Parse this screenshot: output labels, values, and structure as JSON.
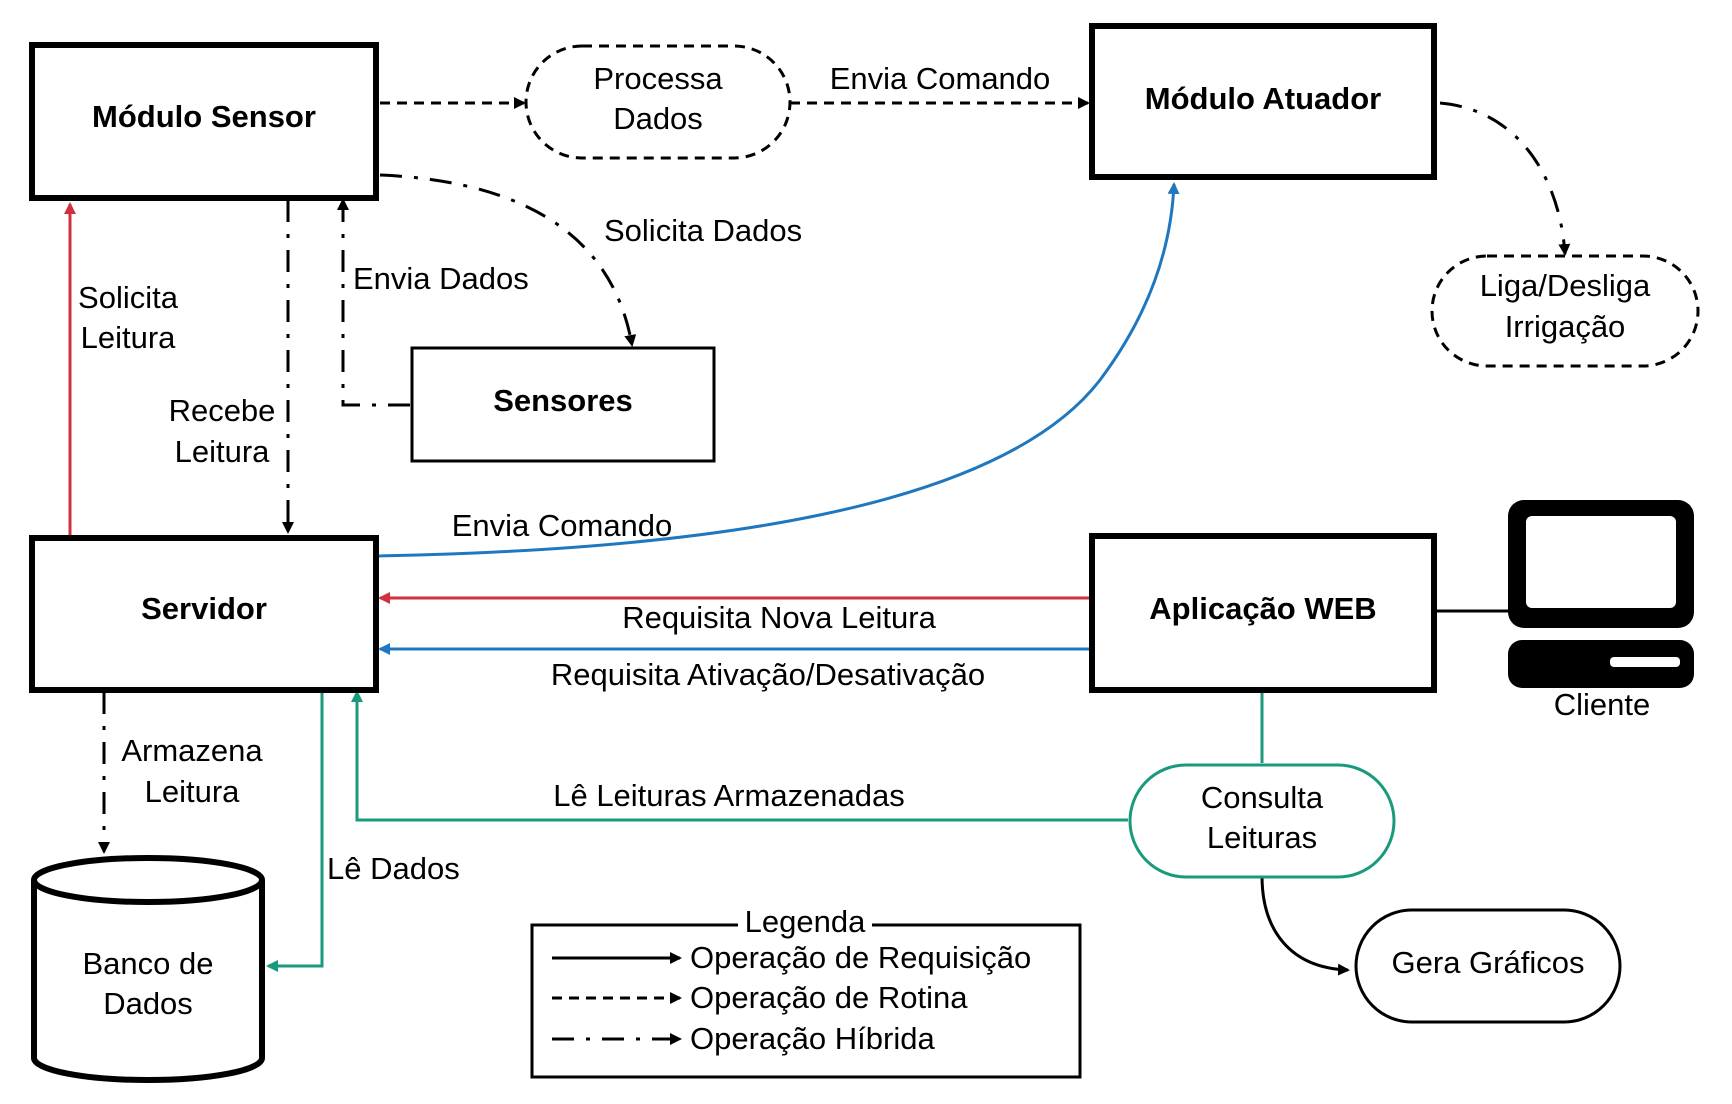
{
  "colors": {
    "red": "#d0313f",
    "blue": "#1f78bf",
    "teal": "#1a9a7d",
    "black": "#000000"
  },
  "nodes": {
    "modulo_sensor": "Módulo Sensor",
    "processa_dados": [
      "Processa",
      "Dados"
    ],
    "modulo_atuador": "Módulo Atuador",
    "liga_desliga": [
      "Liga/Desliga",
      "Irrigação"
    ],
    "sensores": "Sensores",
    "servidor": "Servidor",
    "aplicacao_web": "Aplicação WEB",
    "cliente": "Cliente",
    "consulta_leituras": [
      "Consulta",
      "Leituras"
    ],
    "banco_de_dados": [
      "Banco de",
      "Dados"
    ],
    "gera_graficos": "Gera Gráficos"
  },
  "edges": {
    "envia_comando_top": "Envia Comando",
    "solicita_dados": "Solicita Dados",
    "envia_dados": "Envia Dados",
    "solicita_leitura": [
      "Solicita",
      "Leitura"
    ],
    "recebe_leitura": [
      "Recebe",
      "Leitura"
    ],
    "envia_comando_mid": "Envia Comando",
    "requisita_nova_leitura": "Requisita Nova Leitura",
    "requisita_ativacao": "Requisita Ativação/Desativação",
    "armazena_leitura": [
      "Armazena",
      "Leitura"
    ],
    "le_leituras_armazenadas": "Lê Leituras Armazenadas",
    "le_dados": "Lê Dados"
  },
  "legend": {
    "title": "Legenda",
    "items": [
      "Operação de Requisição",
      "Operação de Rotina",
      "Operação Híbrida"
    ]
  }
}
